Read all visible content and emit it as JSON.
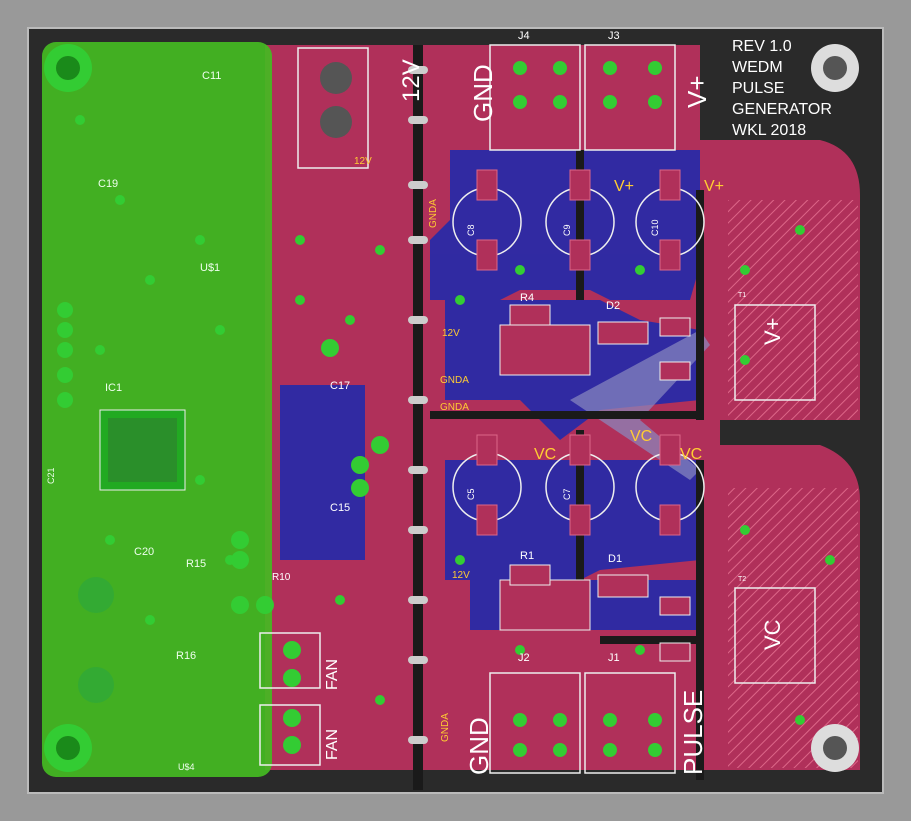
{
  "board": {
    "revision_text": [
      "REV 1.0",
      "WEDM",
      "PULSE",
      "GENERATOR",
      "WKL 2018"
    ],
    "colors": {
      "background": "#999999",
      "board": "#2a2a2a",
      "top_copper": "#b0305a",
      "bottom_copper": "#2a2aa6",
      "digital_area": "#44bb22",
      "pad": "#33cc33",
      "silkscreen": "#ffffff",
      "net_label": "#ffcc33"
    }
  },
  "connectors": {
    "j1": "J1",
    "j2": "J2",
    "j3": "J3",
    "j4": "J4",
    "t1": "T1",
    "t2": "T2"
  },
  "big_labels": {
    "gnd_top": "GND",
    "vplus_top": "V+",
    "gnd_bottom": "GND",
    "pulse": "PULSE",
    "v12": "12V",
    "vplus_right": "V+",
    "vc_right": "VC",
    "fan1": "FAN",
    "fan2": "FAN"
  },
  "refdes": {
    "r1": "R1",
    "r4": "R4",
    "d1": "D1",
    "d2": "D2",
    "c5": "C5",
    "c7": "C7",
    "c8": "C8",
    "c9": "C9",
    "c10": "C10",
    "ic1": "IC1",
    "c11": "C11",
    "c15": "C15",
    "c17": "C17",
    "c19": "C19",
    "c20": "C20",
    "c21": "C21",
    "r15": "R15",
    "r16": "R16",
    "r10": "R10",
    "u1": "U$1",
    "u4": "U$4"
  },
  "nets": {
    "vplus": "V+",
    "vc": "VC",
    "gnda": "GNDA",
    "v12": "12V",
    "gnd": "GND"
  }
}
